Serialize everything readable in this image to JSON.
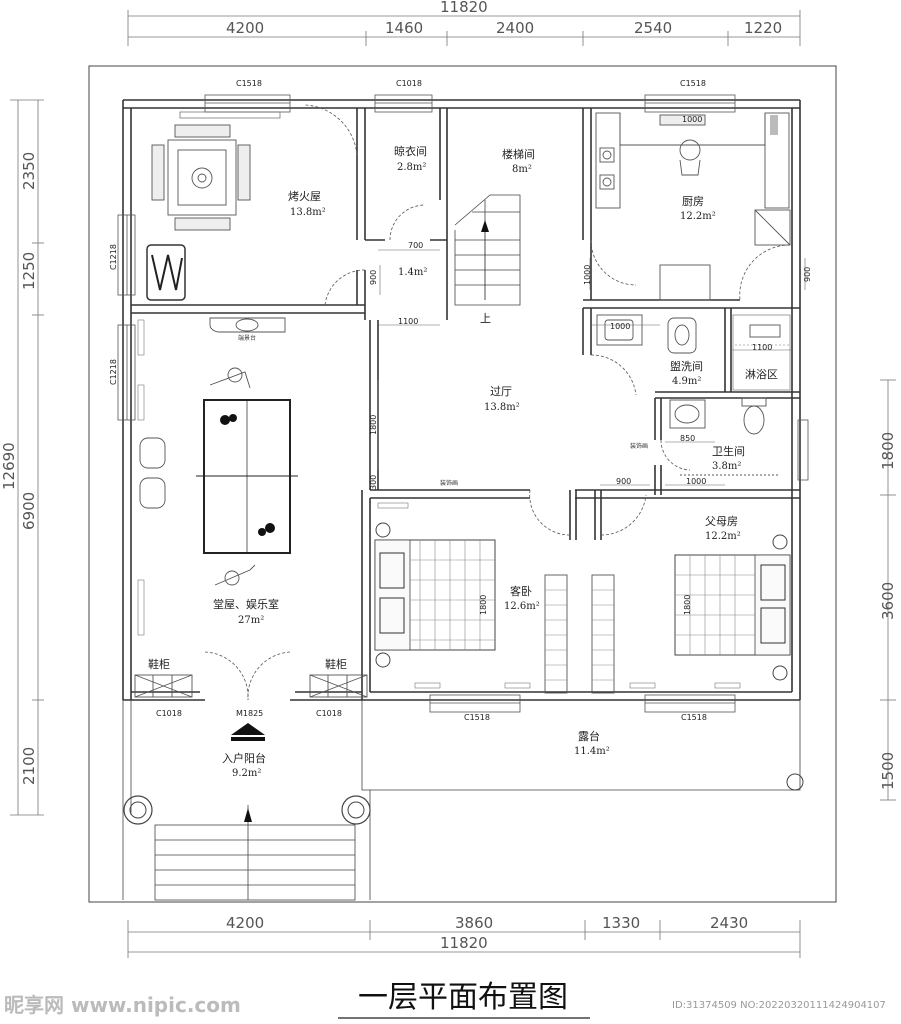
{
  "title": "一层平面布置图",
  "watermark": {
    "brand": "昵享网 www.nipic.com",
    "id": "ID:31374509 NO:20220320111424904107"
  },
  "dimensions": {
    "top_total": "11820",
    "top": [
      "4200",
      "1460",
      "2400",
      "2540",
      "1220"
    ],
    "bottom": [
      "4200",
      "3860",
      "1330",
      "2430"
    ],
    "bottom_total": "11820",
    "left_total": "12690",
    "left": [
      "2350",
      "1250",
      "6900",
      "2100"
    ],
    "right": [
      "1800",
      "3600",
      "1500"
    ]
  },
  "rooms": [
    {
      "id": "fire",
      "name": "烤火屋",
      "area": "13.8m²"
    },
    {
      "id": "closet",
      "name": "晾衣间",
      "area": "2.8m²"
    },
    {
      "id": "stair",
      "name": "楼梯间",
      "area": "8m²"
    },
    {
      "id": "kitchen",
      "name": "厨房",
      "area": "12.2m²"
    },
    {
      "id": "small",
      "name": "",
      "area": "1.4m²"
    },
    {
      "id": "hall",
      "name": "过厅",
      "area": "13.8m²"
    },
    {
      "id": "wash",
      "name": "盥洗间",
      "area": "4.9m²"
    },
    {
      "id": "shower",
      "name": "淋浴区",
      "area": ""
    },
    {
      "id": "wc",
      "name": "卫生间",
      "area": "3.8m²"
    },
    {
      "id": "main",
      "name": "堂屋、娱乐室",
      "area": "27m²"
    },
    {
      "id": "guest",
      "name": "客卧",
      "area": "12.6m²"
    },
    {
      "id": "parents",
      "name": "父母房",
      "area": "12.2m²"
    },
    {
      "id": "entry",
      "name": "入户阳台",
      "area": "9.2m²"
    },
    {
      "id": "terrace",
      "name": "露台",
      "area": "11.4m²"
    }
  ],
  "labels": {
    "window_c1518": "C1518",
    "window_c1018": "C1018",
    "window_c1218": "C1218",
    "door_m1825": "M1825",
    "shoe_cabinet": "鞋柜",
    "altar": "端景台",
    "decor_wall": "装饰画",
    "up": "上",
    "d700": "700",
    "d900": "900",
    "d1100": "1100",
    "d1800": "1800",
    "d1000": "1000",
    "d850": "850",
    "d300": "300"
  }
}
